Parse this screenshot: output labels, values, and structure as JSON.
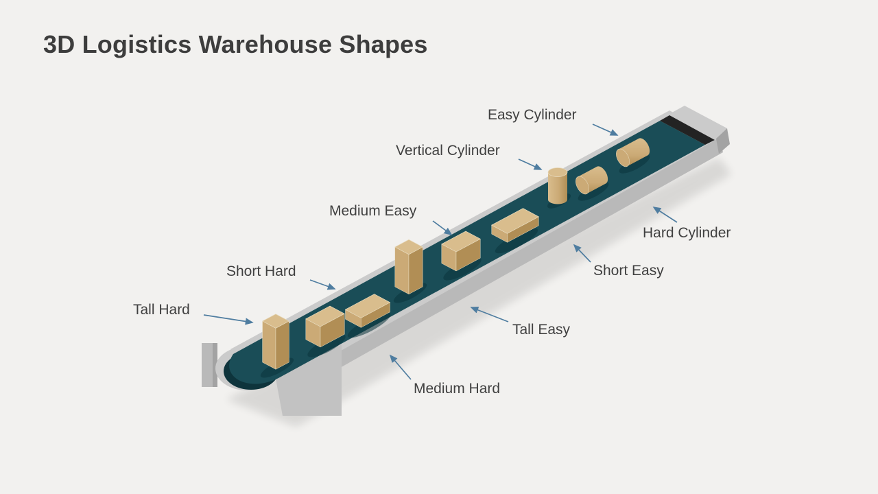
{
  "slide": {
    "title": "3D Logistics Warehouse Shapes"
  },
  "colors": {
    "slide_bg": "#f2f1ef",
    "title_text": "#3d3d3d",
    "label_text": "#404040",
    "arrow": "#4f7da0",
    "belt_surface": "#1a4d57",
    "belt_surface_dark": "#0e343c",
    "frame_light": "#cbcbcb",
    "frame_mid": "#b9b9b9",
    "frame_dark": "#a3a3a3",
    "belt_end_black": "#232323",
    "crate_top": "#d9bd8d",
    "crate_left": "#cbaa76",
    "crate_right": "#b18e55",
    "crate_edge": "#e8dcc0"
  },
  "diagram": {
    "description": "Isometric conveyor belt ramp with warehouse package shapes",
    "labels": [
      {
        "id": "easy-cylinder",
        "text": "Easy Cylinder"
      },
      {
        "id": "vertical-cylinder",
        "text": "Vertical Cylinder"
      },
      {
        "id": "medium-easy",
        "text": "Medium Easy"
      },
      {
        "id": "hard-cylinder",
        "text": "Hard Cylinder"
      },
      {
        "id": "short-hard",
        "text": "Short Hard"
      },
      {
        "id": "short-easy",
        "text": "Short Easy"
      },
      {
        "id": "tall-hard",
        "text": "Tall Hard"
      },
      {
        "id": "tall-easy",
        "text": "Tall Easy"
      },
      {
        "id": "medium-hard",
        "text": "Medium Hard"
      }
    ],
    "shapes": [
      {
        "name": "tall-hard-box",
        "kind": "box",
        "size": "tall"
      },
      {
        "name": "medium-hard-box",
        "kind": "box",
        "size": "medium"
      },
      {
        "name": "short-hard-box",
        "kind": "box",
        "size": "short"
      },
      {
        "name": "tall-easy-box",
        "kind": "box",
        "size": "tall"
      },
      {
        "name": "medium-easy-box",
        "kind": "box",
        "size": "medium"
      },
      {
        "name": "short-easy-box",
        "kind": "box",
        "size": "short"
      },
      {
        "name": "vertical-cylinder",
        "kind": "cylinder",
        "orientation": "vertical"
      },
      {
        "name": "hard-cylinder",
        "kind": "cylinder",
        "orientation": "lying"
      },
      {
        "name": "easy-cylinder",
        "kind": "cylinder",
        "orientation": "lying"
      }
    ]
  }
}
